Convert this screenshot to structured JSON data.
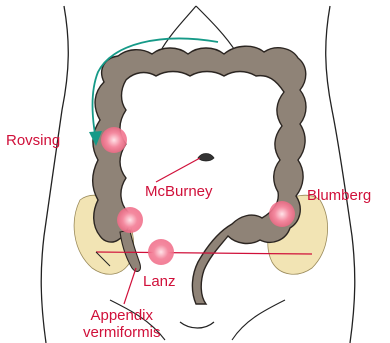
{
  "diagram": {
    "colors": {
      "label_text": "#d0103a",
      "hotspot": "#f06a86",
      "hotspot_core": "#ffd7de",
      "colon_fill": "#8f8377",
      "colon_stroke": "#2b2521",
      "pelvis_fill": "#f2e4b4",
      "arrow": "#169a88",
      "leader_line": "#d0103a",
      "outline": "#222222"
    },
    "labels": {
      "rovsing": "Rovsing",
      "mcburney": "McBurney",
      "blumberg": "Blumberg",
      "lanz": "Lanz",
      "appendix_line1": "Appendix",
      "appendix_line2": "vermiformis"
    },
    "icons": {
      "navel": "navel-icon",
      "arrow": "curved-arrow-icon"
    }
  }
}
